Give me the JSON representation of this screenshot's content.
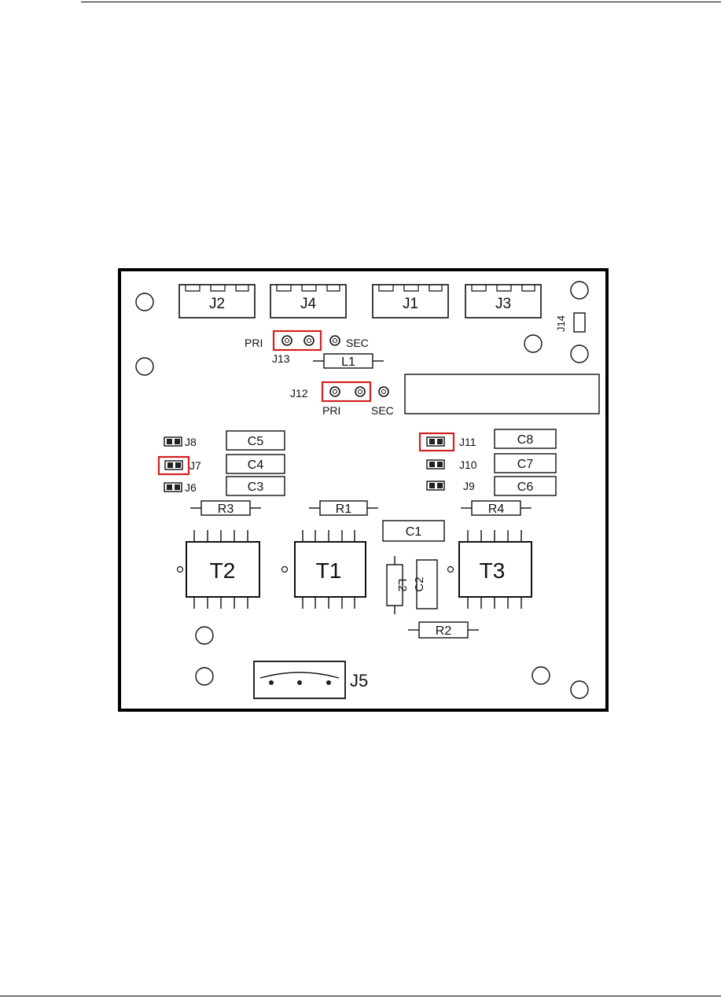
{
  "colors": {
    "outline": "#000000",
    "highlight": "#d42020",
    "background": "#ffffff"
  },
  "board": {
    "connectors": [
      "J2",
      "J4",
      "J1",
      "J3",
      "J5"
    ],
    "j14": "J14",
    "j13": {
      "label": "J13",
      "pri": "PRI",
      "sec": "SEC"
    },
    "j12": {
      "label": "J12",
      "pri": "PRI",
      "sec": "SEC"
    },
    "l1": "L1",
    "l2": "L2",
    "jumpers": [
      "J8",
      "J7",
      "J6",
      "J11",
      "J10",
      "J9"
    ],
    "caps": [
      "C5",
      "C4",
      "C3",
      "C8",
      "C7",
      "C6",
      "C1",
      "C2"
    ],
    "resistors": [
      "R3",
      "R1",
      "R4",
      "R2"
    ],
    "transformers": [
      "T2",
      "T1",
      "T3"
    ]
  }
}
